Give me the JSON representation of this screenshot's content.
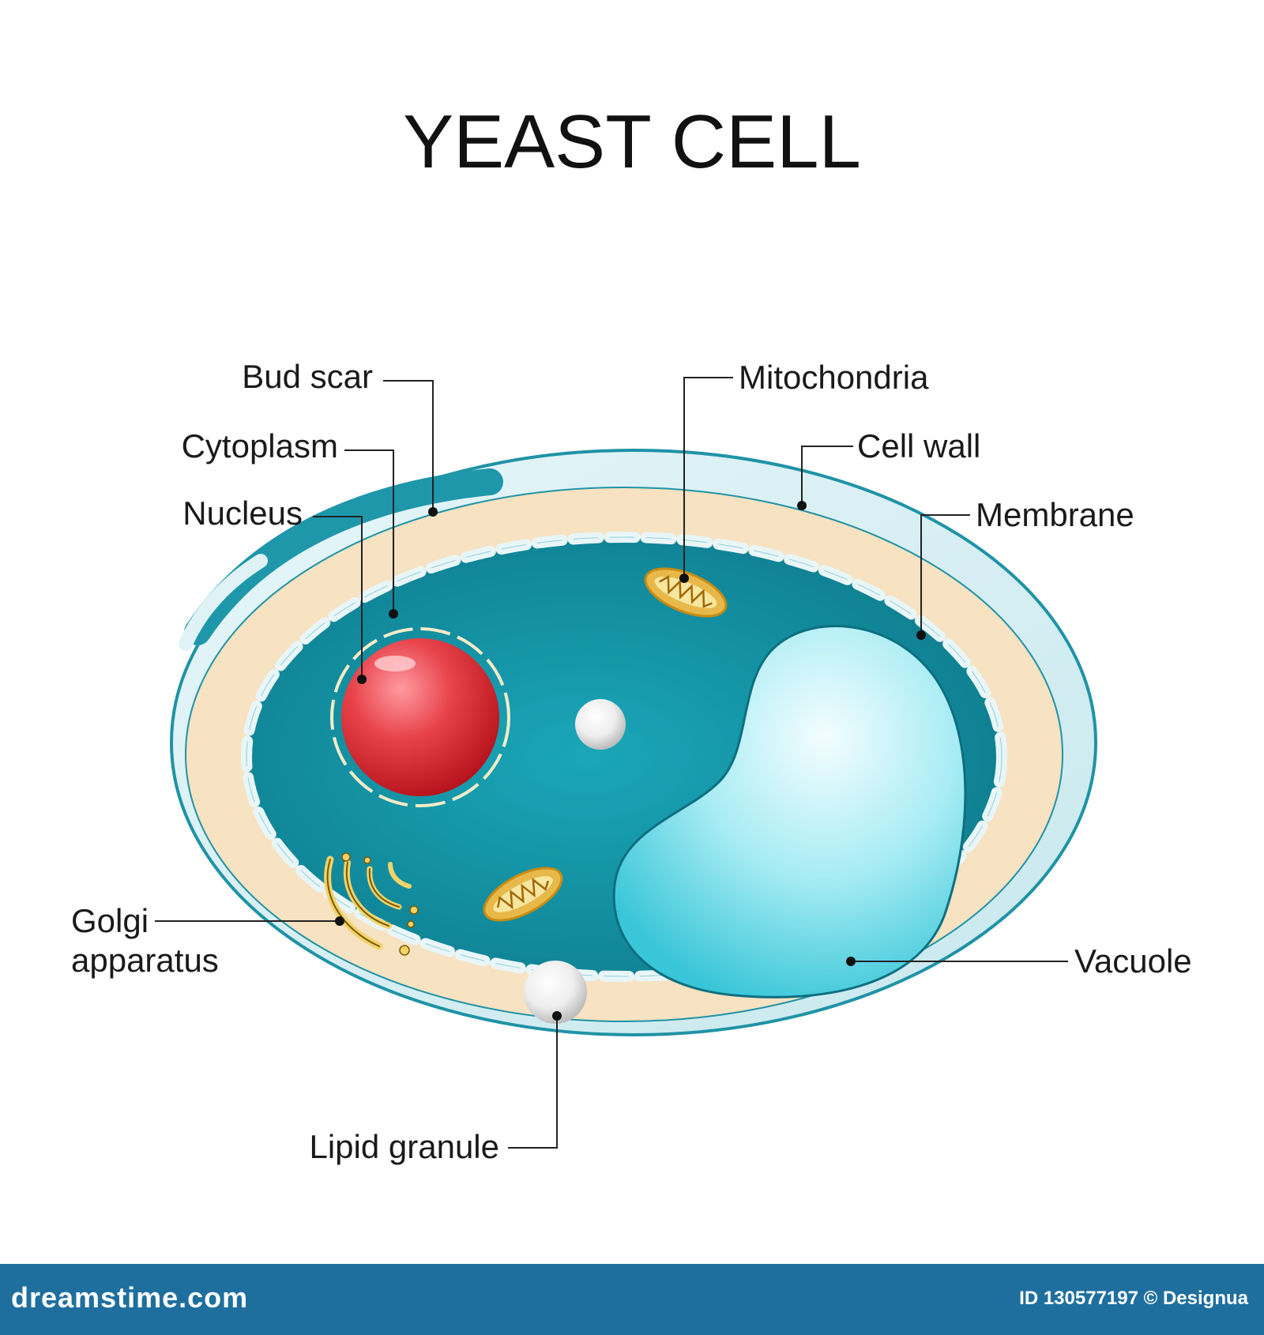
{
  "title": "YEAST CELL",
  "labels": {
    "bud_scar": "Bud scar",
    "cytoplasm": "Cytoplasm",
    "nucleus": "Nucleus",
    "mitochondria": "Mitochondria",
    "cell_wall": "Cell wall",
    "membrane": "Membrane",
    "golgi_line1": "Golgi",
    "golgi_line2": "apparatus",
    "vacuole": "Vacuole",
    "lipid_granule": "Lipid granule"
  },
  "footer": {
    "logo": "dreamstime.com",
    "id_text": "ID 130577197 © Designua"
  },
  "colors": {
    "cell_wall": "#d6eef3",
    "cell_wall_edge": "#1f93a6",
    "periplasm": "#f7e2c2",
    "cytoplasm": "#138ea0",
    "nucleus": "#d92c34",
    "vacuole": "#9fe6f0",
    "mitochondria": "#e8b94a",
    "footer": "#1f6f9e"
  }
}
